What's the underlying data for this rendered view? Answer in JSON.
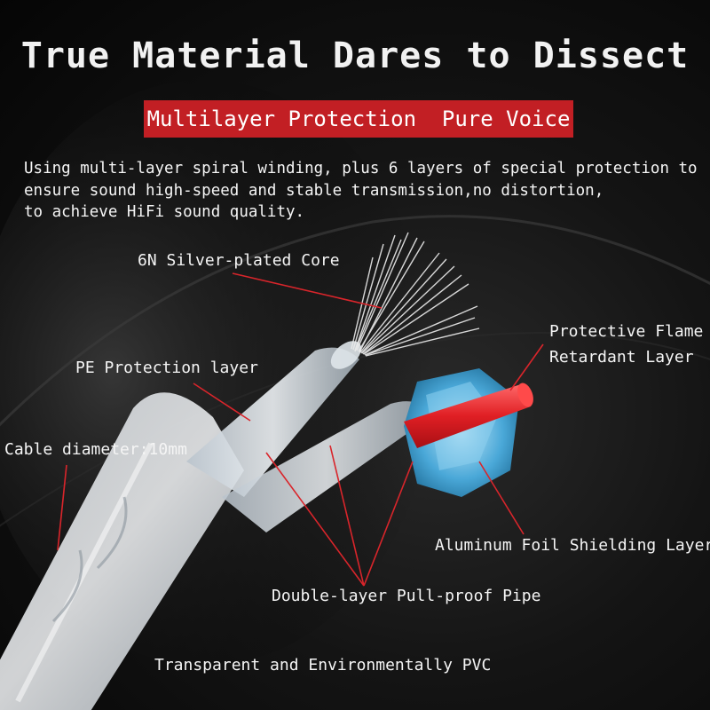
{
  "title": "True Material Dares to Dissect",
  "banner": "Multilayer Protection  Pure Voice",
  "description": [
    "Using multi-layer spiral winding, plus 6 layers of special protection to",
    "ensure sound high-speed and stable transmission,no distortion,",
    "to achieve HiFi sound quality."
  ],
  "labels": {
    "core": "6N Silver-plated Core",
    "flame_1": "Protective Flame",
    "flame_2": "Retardant Layer",
    "pe": "PE Protection layer",
    "diameter": "Cable diameter:10mm",
    "foil": "Aluminum Foil Shielding Layer",
    "pipe": "Double-layer Pull-proof Pipe",
    "pvc": "Transparent and Environmentally PVC"
  },
  "colors": {
    "accent_red": "#c21f24",
    "leader_line": "#d9252b",
    "foil_blue": "#4aa8d8",
    "core_silver": "#e8e8e8"
  }
}
